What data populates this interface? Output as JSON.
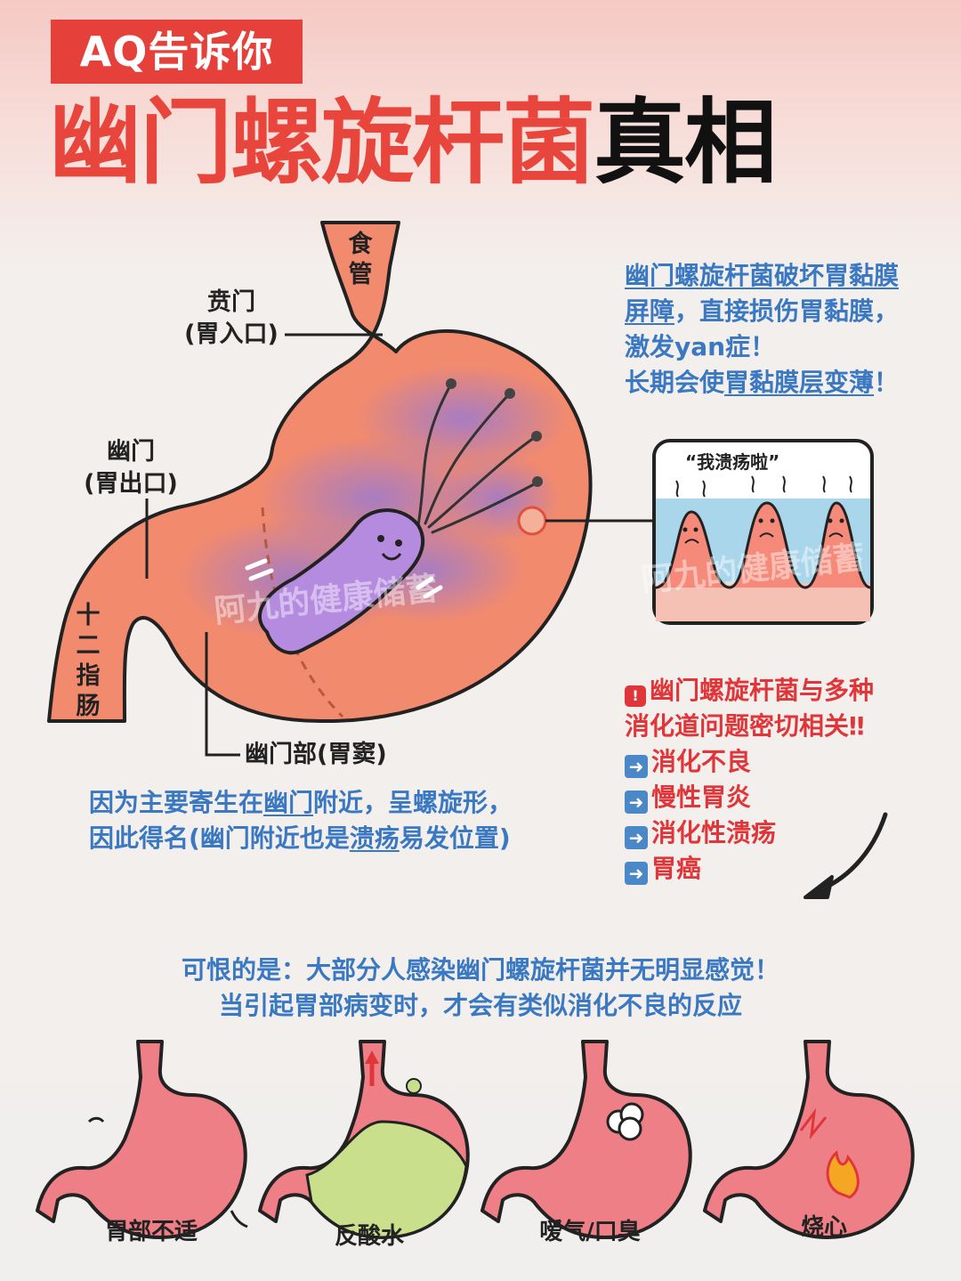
{
  "header": {
    "badge": "AQ告诉你",
    "title_red": "幽门螺旋杆菌",
    "title_black": "真相"
  },
  "diagram": {
    "esophagus": "食管",
    "cardia_name": "贲门",
    "cardia_sub": "(胃入口)",
    "pylorus_name": "幽门",
    "pylorus_sub": "(胃出口)",
    "duodenum": "十二指肠",
    "antrum": "幽门部(胃窦)",
    "bubble": "“我溃疡啦”",
    "watermark": "阿九的健康储蓄"
  },
  "note_right": {
    "line1": "幽门螺旋杆菌破坏胃黏膜",
    "line2_u": "屏障",
    "line2_rest": "，直接损伤胃黏膜，",
    "line3": "激发yan症！",
    "line4_a": "长期会使",
    "line4_u": "胃黏膜层变薄",
    "line4_b": "！"
  },
  "note_bottom": {
    "line1_a": "因为主要寄生在",
    "line1_u": "幽门",
    "line1_b": "附近，呈螺旋形，",
    "line2_a": "因此得名(幽门附近也是",
    "line2_u": "溃疡",
    "line2_b": "易发位置)"
  },
  "diseases": {
    "heading1": "幽门螺旋杆菌与多种",
    "heading2": "消化道问题密切相关‼",
    "items": [
      "消化不良",
      "慢性胃炎",
      "消化性溃疡",
      "胃癌"
    ]
  },
  "summary": {
    "line1": "可恨的是：大部分人感染幽门螺旋杆菌并无明显感觉！",
    "line2": "当引起胃部病变时，才会有类似消化不良的反应"
  },
  "symptoms": [
    "胃部不适",
    "反酸水",
    "嗳气/口臭",
    "烧心"
  ],
  "colors": {
    "accent_red": "#e5413a",
    "stomach": "#f28a6e",
    "bacteria": "#b58be0",
    "text_blue": "#3a78c2"
  }
}
